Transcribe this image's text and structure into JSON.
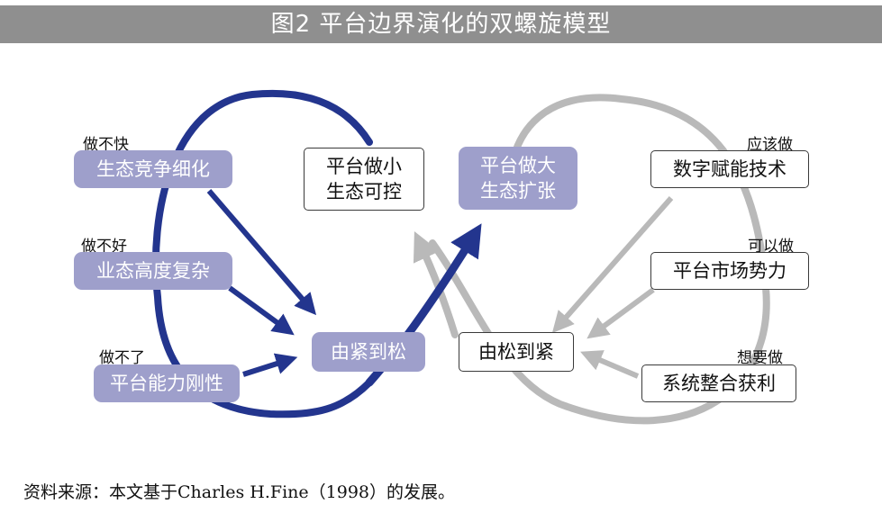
{
  "title": "图2 平台边界演化的双螺旋模型",
  "labels": {
    "l1": "做不快",
    "l2": "做不好",
    "l3": "做不了",
    "r1": "应该做",
    "r2": "可以做",
    "r3": "想要做"
  },
  "nodes": {
    "purple1": "生态竞争细化",
    "purple2": "业态高度复杂",
    "purple3": "平台能力刚性",
    "center_left": "由紧到松",
    "top_left_line1": "平台做小",
    "top_left_line2": "生态可控",
    "top_right_line1": "平台做大",
    "top_right_line2": "生态扩张",
    "center_right": "由松到紧",
    "white1": "数字赋能技术",
    "white2": "平台市场势力",
    "white3": "系统整合获利"
  },
  "colors": {
    "blue": "#23358e",
    "gray": "#b9b9b9",
    "purple_box": "#9e9fcb",
    "title_bar": "#8f8f8f"
  },
  "source": "资料来源：本文基于Charles H.Fine（1998）的发展。"
}
